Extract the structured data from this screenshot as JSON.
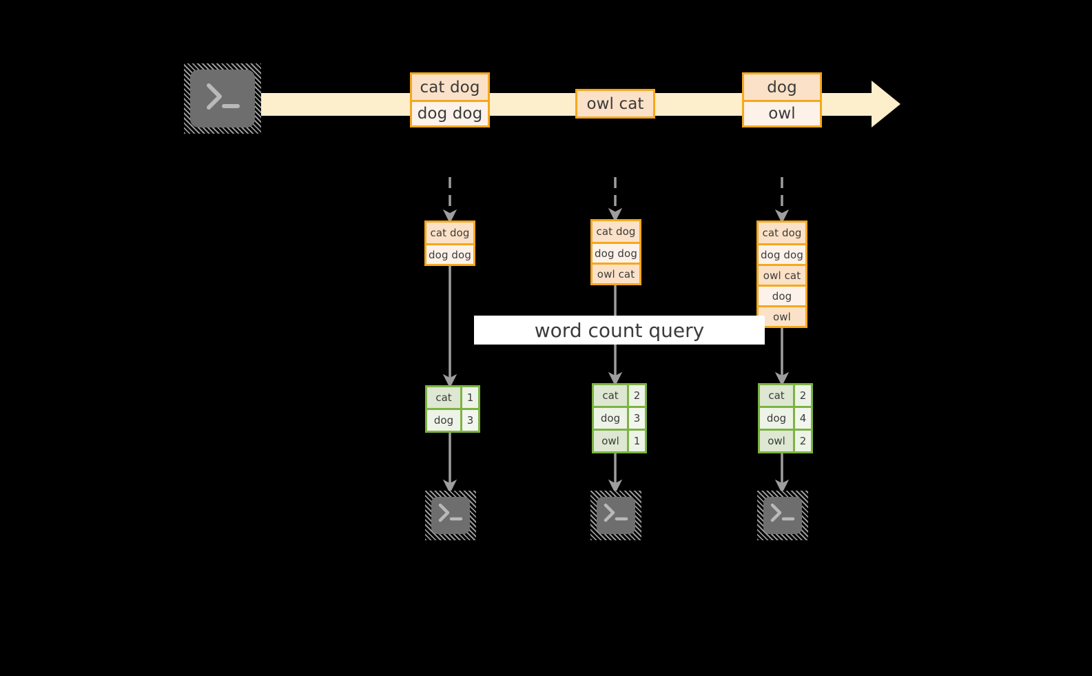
{
  "diagram": {
    "title_label": "word count query",
    "colors": {
      "background": "#000000",
      "stream_band": "#fdeecc",
      "box_border": "#f5a81c",
      "box_fill_dark": "#fbe1c7",
      "box_fill_light": "#fdf2e9",
      "table_border": "#7cb342",
      "table_fill_key": "#dde7d1",
      "table_fill_value": "#eef3e8",
      "arrow_grey": "#9e9e9e",
      "terminal_body": "#6e6e6e",
      "terminal_hatch": "#9a9a9a",
      "label_background": "#ffffff",
      "text": "#3b3b3b"
    },
    "source": {
      "icon": "terminal-icon"
    },
    "stream": {
      "icon": "right-arrow-band",
      "messages": [
        {
          "rows": [
            "cat dog",
            "dog dog"
          ]
        },
        {
          "rows": [
            "owl cat"
          ]
        },
        {
          "rows": [
            "dog",
            "owl"
          ]
        }
      ]
    },
    "snapshots": [
      {
        "name": "snapshot-1",
        "accumulated": [
          "cat dog",
          "dog dog"
        ],
        "result": {
          "rows": [
            {
              "key": "cat",
              "value": "1"
            },
            {
              "key": "dog",
              "value": "3"
            }
          ]
        },
        "sink": {
          "icon": "terminal-icon"
        }
      },
      {
        "name": "snapshot-2",
        "accumulated": [
          "cat dog",
          "dog dog",
          "owl cat"
        ],
        "result": {
          "rows": [
            {
              "key": "cat",
              "value": "2"
            },
            {
              "key": "dog",
              "value": "3"
            },
            {
              "key": "owl",
              "value": "1"
            }
          ]
        },
        "sink": {
          "icon": "terminal-icon"
        }
      },
      {
        "name": "snapshot-3",
        "accumulated": [
          "cat dog",
          "dog dog",
          "owl cat",
          "dog",
          "owl"
        ],
        "result": {
          "rows": [
            {
              "key": "cat",
              "value": "2"
            },
            {
              "key": "dog",
              "value": "4"
            },
            {
              "key": "owl",
              "value": "2"
            }
          ]
        },
        "sink": {
          "icon": "terminal-icon"
        }
      }
    ]
  }
}
